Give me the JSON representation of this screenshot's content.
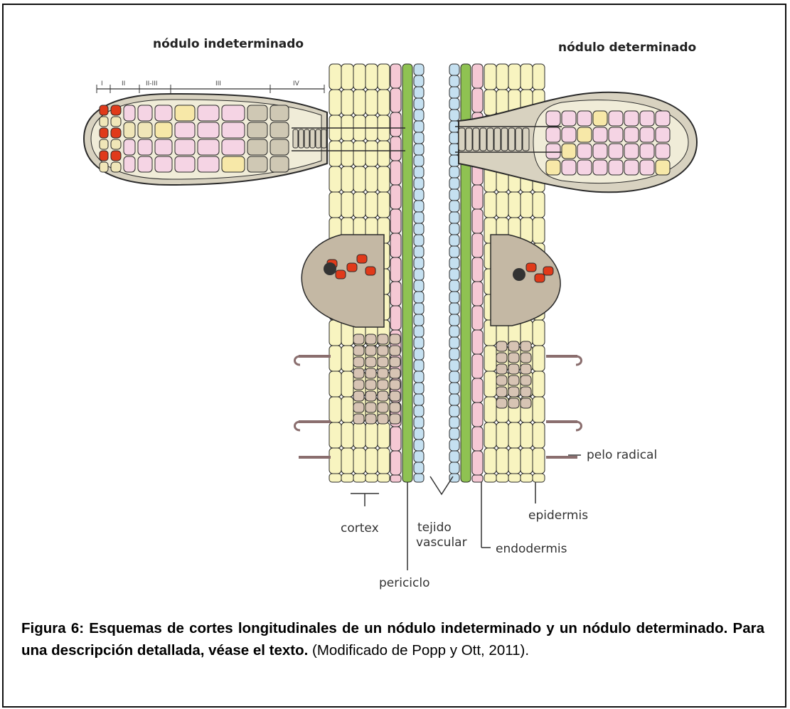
{
  "diagram": {
    "titles": {
      "indeterminate": "nódulo indeterminado",
      "determinate": "nódulo determinado"
    },
    "stages": [
      "I",
      "II",
      "II-III",
      "III",
      "IV"
    ],
    "labels": {
      "cortex": "cortex",
      "tejido": "tejido",
      "vascular": "vascular",
      "periciclo": "periciclo",
      "epidermis": "epidermis",
      "endodermis": "endodermis",
      "pelo_radical": "pelo radical"
    },
    "colors": {
      "cortex_cell": "#f8f4c0",
      "endodermis": "#f5c8d4",
      "pericycle": "#8fc252",
      "vascular": "#c5e0f0",
      "infected_cell": "#f5d4e4",
      "meristem": "#e03a1a",
      "primordium": "#c4b8a4",
      "outline": "#2a2a2a"
    }
  },
  "caption": {
    "bold": "Figura 6: Esquemas de cortes longitudinales de un nódulo indeterminado y un nódulo determinado. Para una descripción detallada, véase el texto.",
    "normal": "(Modificado de Popp y Ott, 2011)."
  }
}
